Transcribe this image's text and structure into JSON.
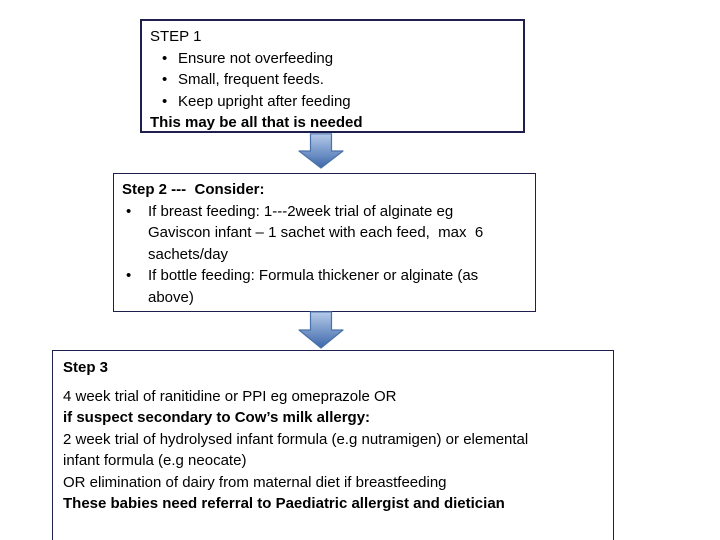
{
  "page": {
    "background": "#ffffff"
  },
  "colors": {
    "box_border": "#1f1f4d",
    "arrow_fill_top": "#b6cbe9",
    "arrow_fill_bottom": "#3c67ab",
    "arrow_stroke": "#4a72a8",
    "text": "#000000"
  },
  "glyphs": {
    "bullet": "•"
  },
  "step1": {
    "title": "STEP 1",
    "bullets": [
      "Ensure not overfeeding",
      "Small, frequent feeds.",
      "Keep upright after feeding"
    ],
    "footer": "This may be all that is needed"
  },
  "step2": {
    "title": "Step 2 ---  Consider:",
    "bullets": [
      {
        "lines": [
          "If breast feeding: 1---2week trial of alginate eg",
          "Gaviscon infant – 1 sachet with each feed,  max  6",
          "sachets/day"
        ]
      },
      {
        "lines": [
          "If bottle feeding: Formula thickener or alginate (as",
          "above)"
        ]
      }
    ]
  },
  "step3": {
    "title": "Step 3",
    "lines": [
      {
        "text": "4 week trial of ranitidine or PPI eg omeprazole OR",
        "bold": false
      },
      {
        "text": "if suspect secondary to Cow’s milk allergy:",
        "bold": true
      },
      {
        "text": "2 week trial of hydrolysed infant formula (e.g nutramigen) or elemental",
        "bold": false
      },
      {
        "text": "infant formula (e.g neocate)",
        "bold": false
      },
      {
        "text": "OR elimination of dairy from maternal diet if breastfeeding",
        "bold": false
      },
      {
        "text": "These babies need referral to Paediatric allergist and dietician",
        "bold": true
      }
    ]
  }
}
